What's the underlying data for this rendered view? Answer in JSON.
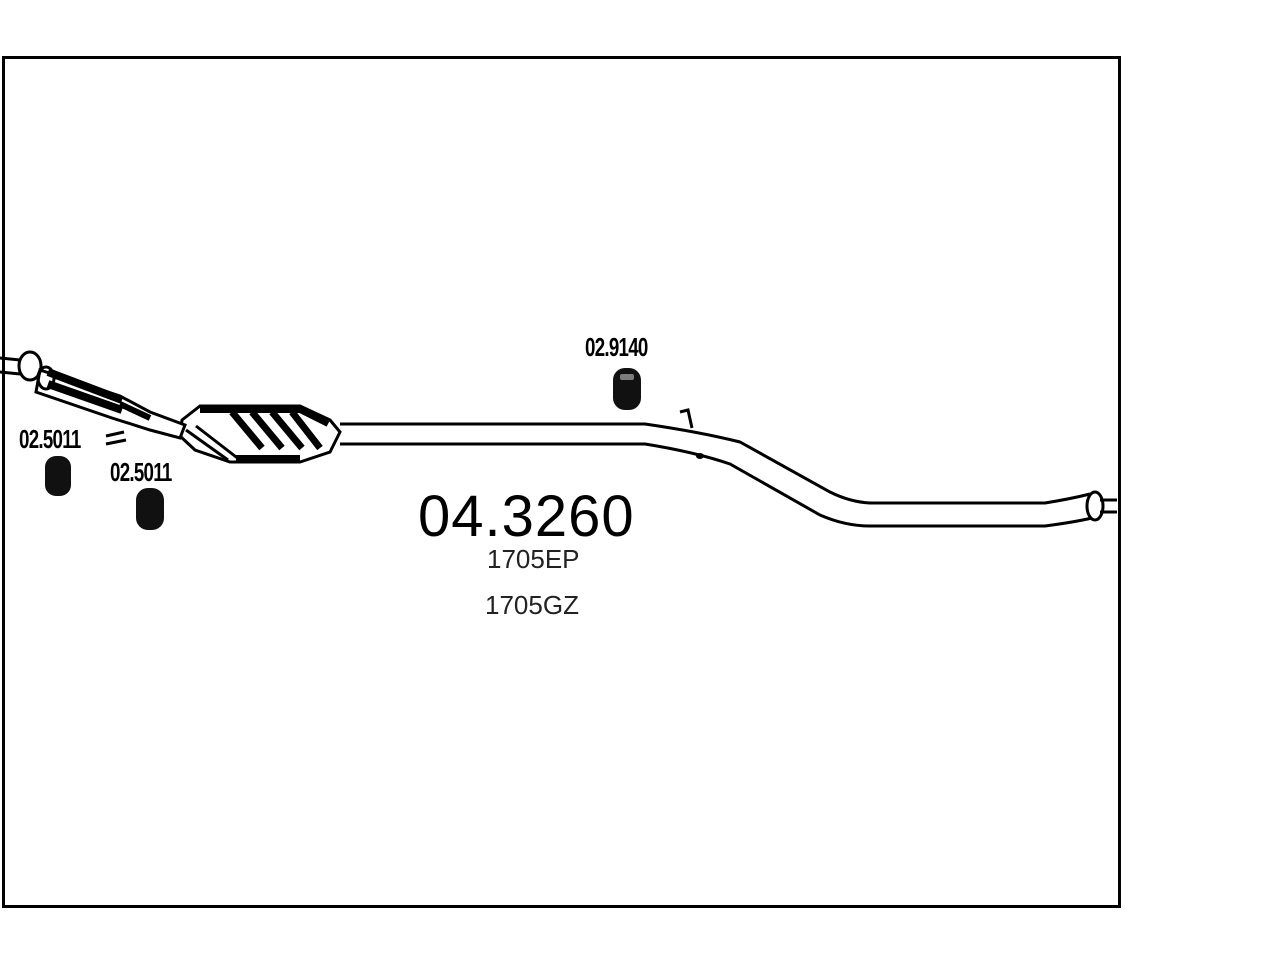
{
  "diagram": {
    "part_number": "04.3260",
    "reference_codes": [
      "1705EP",
      "1705GZ"
    ],
    "callouts": {
      "hanger_top": "02.9140",
      "gasket_left": "02.5011",
      "gasket_right": "02.5011"
    },
    "colors": {
      "line": "#000000",
      "background": "#ffffff"
    }
  }
}
